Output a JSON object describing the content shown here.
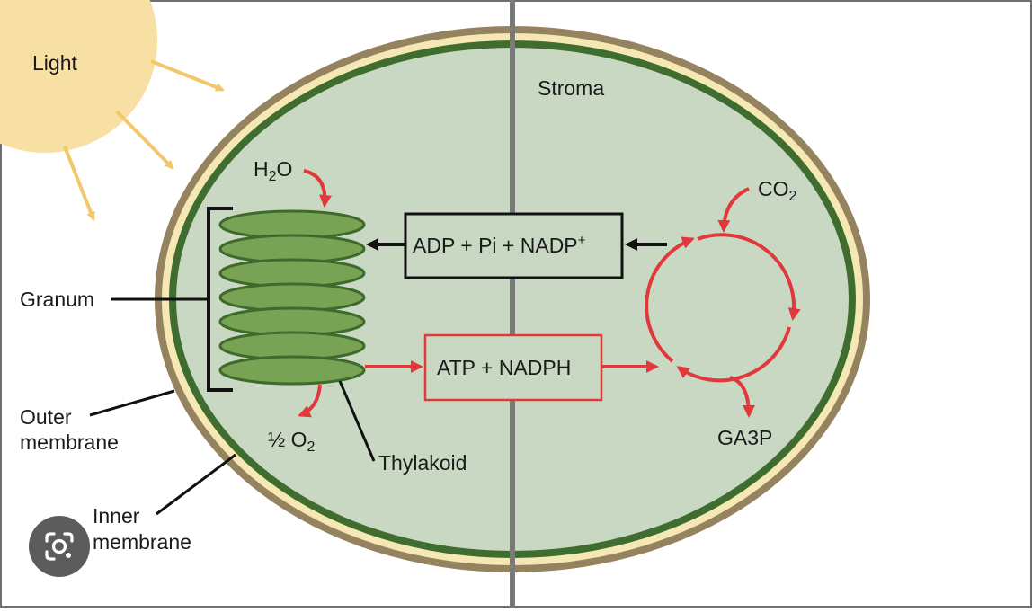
{
  "labels": {
    "light": "Light",
    "stroma": "Stroma",
    "h2o_main": "H",
    "h2o_sub": "2",
    "h2o_tail": "O",
    "co2_main": "CO",
    "co2_sub": "2",
    "granum": "Granum",
    "outer_line1": "Outer",
    "outer_line2": "membrane",
    "inner_line1": "Inner",
    "inner_line2": "membrane",
    "thylakoid": "Thylakoid",
    "o2_main": "½ O",
    "o2_sub": "2",
    "ga3p": "GA3P"
  },
  "boxes": {
    "adp_text": "ADP + Pi + NADP",
    "adp_sup": "+",
    "atp_text": "ATP + NADPH"
  },
  "colors": {
    "sun": "#f8dfa3",
    "sun_ray": "#f2c86a",
    "outer_membrane": "#958360",
    "intermembrane": "#f6e8b4",
    "inner_membrane": "#3f6d30",
    "stroma": "#c9d8c3",
    "thylakoid_fill": "#78a354",
    "thylakoid_edge": "#3e6a2b",
    "red_arrow": "#e0383b",
    "divider": "#7a7a7a"
  },
  "icons": {
    "lens": "google-lens-camera-icon"
  }
}
